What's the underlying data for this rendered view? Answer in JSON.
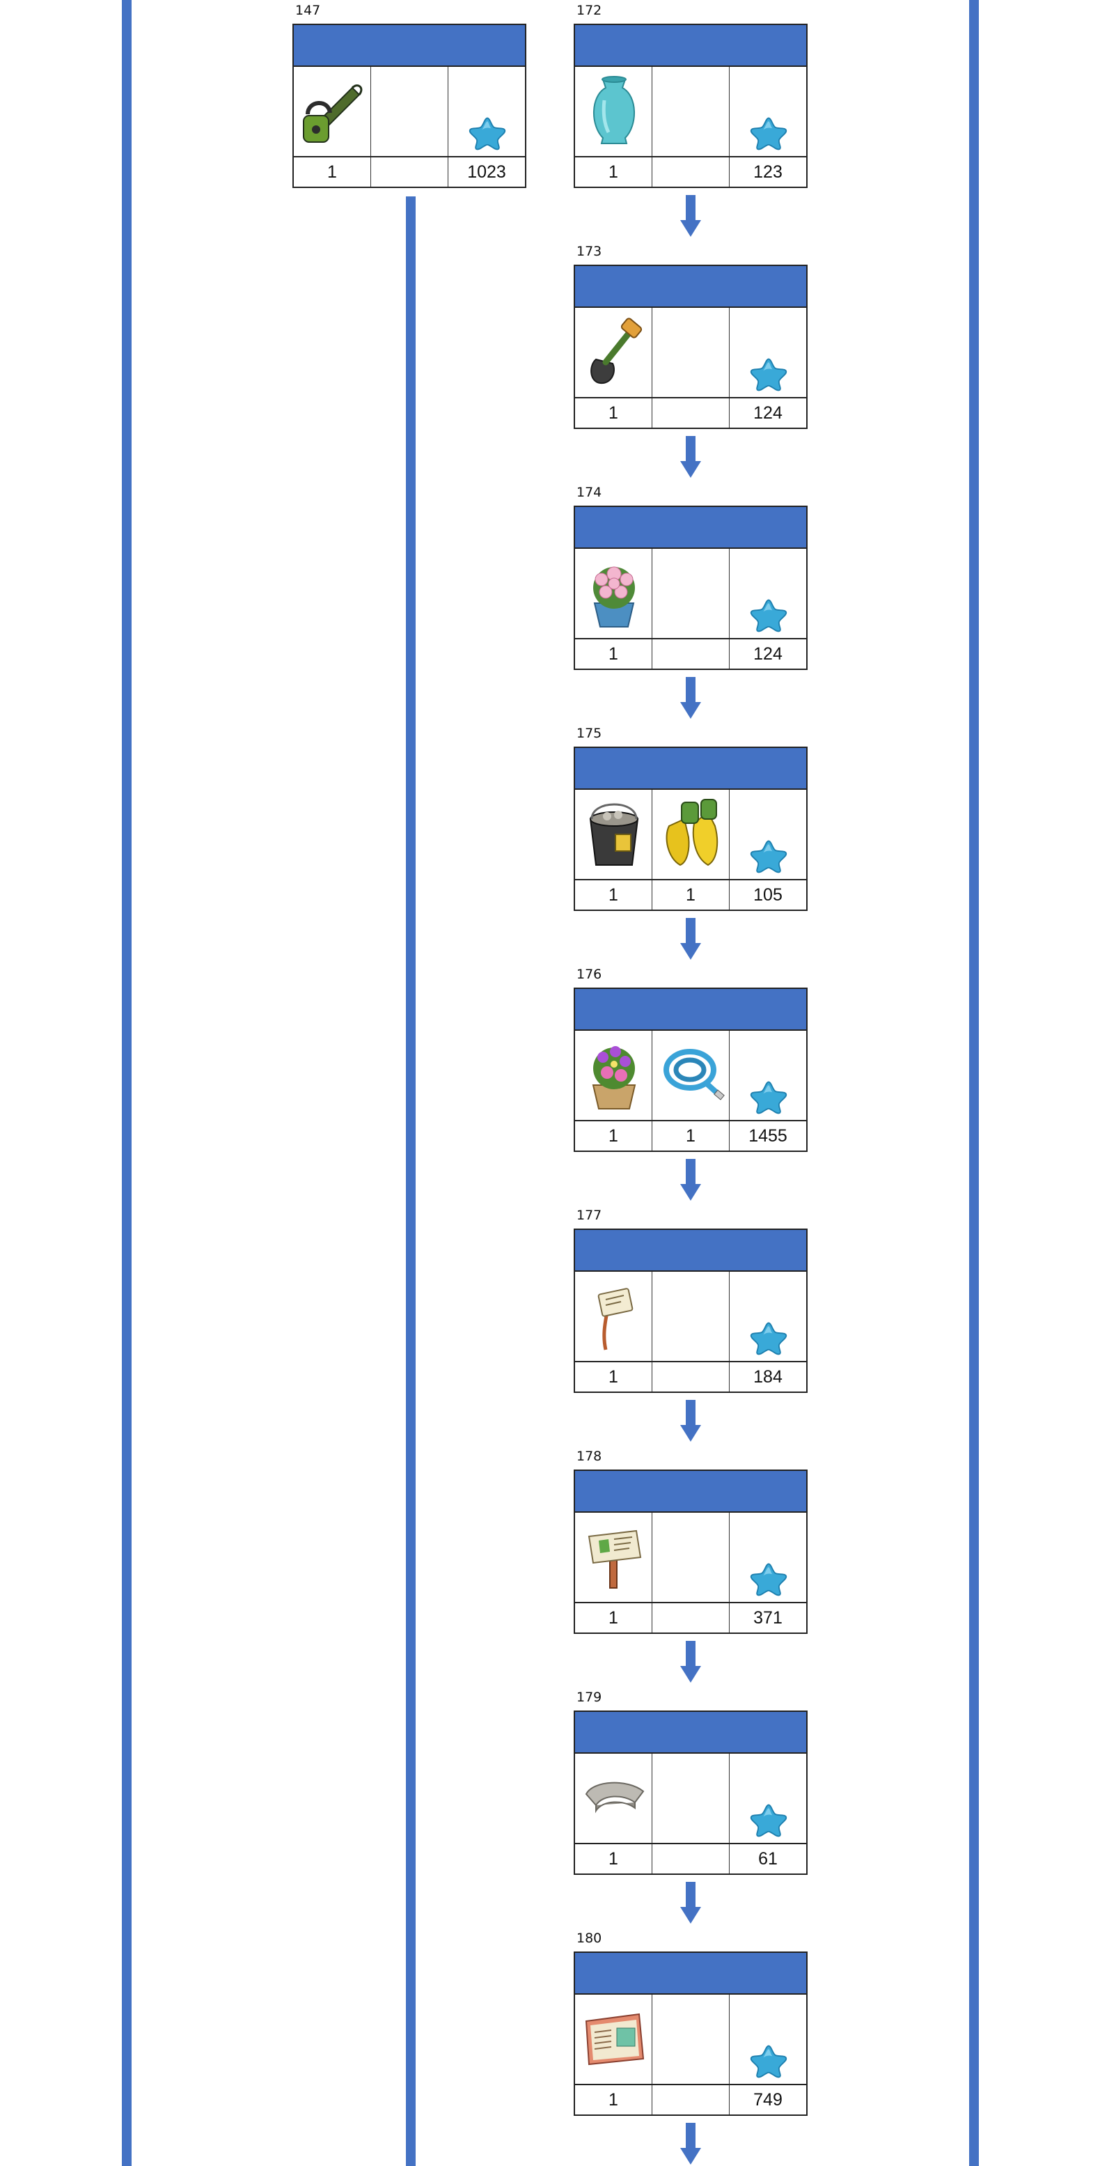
{
  "left_column": {
    "cards": [
      {
        "number": "147",
        "items": [
          {
            "icon": "chainsaw-icon",
            "qty": "1"
          },
          {
            "icon": "",
            "qty": ""
          }
        ],
        "reward": {
          "icon": "blue-star-icon",
          "value": "1023"
        }
      }
    ]
  },
  "right_column": {
    "cards": [
      {
        "number": "172",
        "items": [
          {
            "icon": "vase-icon",
            "qty": "1"
          },
          {
            "icon": "",
            "qty": ""
          }
        ],
        "reward": {
          "icon": "blue-star-icon",
          "value": "123"
        }
      },
      {
        "number": "173",
        "items": [
          {
            "icon": "shovel-icon",
            "qty": "1"
          },
          {
            "icon": "",
            "qty": ""
          }
        ],
        "reward": {
          "icon": "blue-star-icon",
          "value": "124"
        }
      },
      {
        "number": "174",
        "items": [
          {
            "icon": "flower-pot-icon",
            "qty": "1"
          },
          {
            "icon": "",
            "qty": ""
          }
        ],
        "reward": {
          "icon": "blue-star-icon",
          "value": "124"
        }
      },
      {
        "number": "175",
        "items": [
          {
            "icon": "bucket-icon",
            "qty": "1"
          },
          {
            "icon": "gloves-icon",
            "qty": "1"
          }
        ],
        "reward": {
          "icon": "blue-star-icon",
          "value": "105"
        }
      },
      {
        "number": "176",
        "items": [
          {
            "icon": "flower-basket-icon",
            "qty": "1"
          },
          {
            "icon": "hose-icon",
            "qty": "1"
          }
        ],
        "reward": {
          "icon": "blue-star-icon",
          "value": "1455"
        }
      },
      {
        "number": "177",
        "items": [
          {
            "icon": "small-sign-icon",
            "qty": "1"
          },
          {
            "icon": "",
            "qty": ""
          }
        ],
        "reward": {
          "icon": "blue-star-icon",
          "value": "184"
        }
      },
      {
        "number": "178",
        "items": [
          {
            "icon": "sign-board-icon",
            "qty": "1"
          },
          {
            "icon": "",
            "qty": ""
          }
        ],
        "reward": {
          "icon": "blue-star-icon",
          "value": "371"
        }
      },
      {
        "number": "179",
        "items": [
          {
            "icon": "stone-edging-icon",
            "qty": "1"
          },
          {
            "icon": "",
            "qty": ""
          }
        ],
        "reward": {
          "icon": "blue-star-icon",
          "value": "61"
        }
      },
      {
        "number": "180",
        "items": [
          {
            "icon": "garden-plan-icon",
            "qty": "1"
          },
          {
            "icon": "",
            "qty": ""
          }
        ],
        "reward": {
          "icon": "blue-star-icon",
          "value": "749"
        }
      }
    ]
  },
  "colors": {
    "accent": "#4472c4",
    "star": "#39a9d8",
    "border": "#222222"
  }
}
